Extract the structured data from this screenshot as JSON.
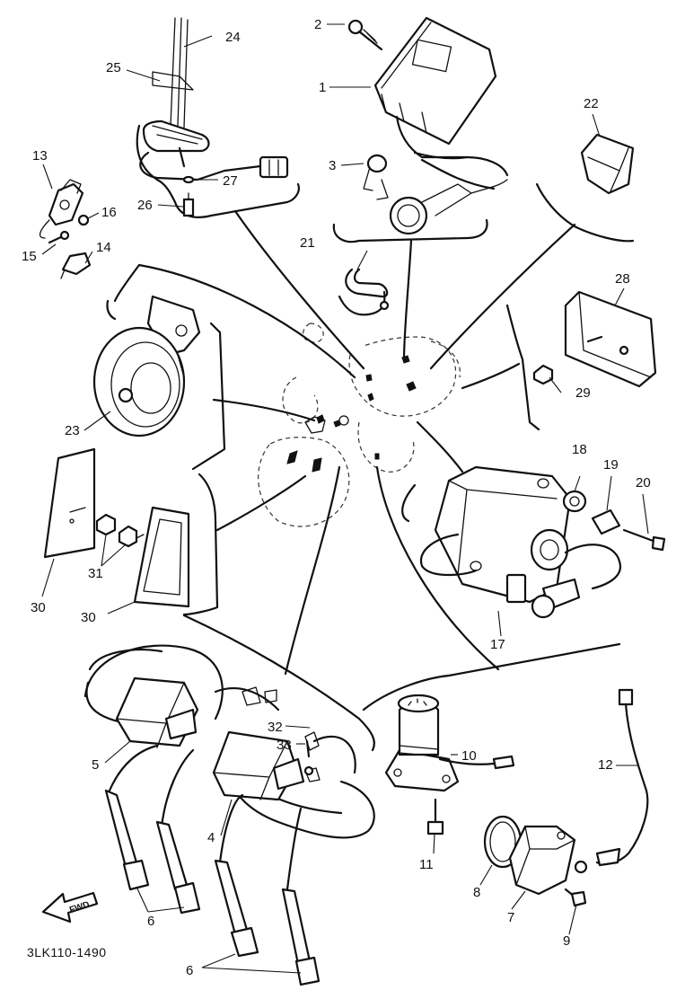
{
  "diagram": {
    "part_numbers": {
      "n1": "1",
      "n2": "2",
      "n3": "3",
      "n4": "4",
      "n5": "5",
      "n6a": "6",
      "n6b": "6",
      "n7": "7",
      "n8": "8",
      "n9": "9",
      "n10": "10",
      "n11": "11",
      "n12": "12",
      "n13": "13",
      "n14": "14",
      "n15": "15",
      "n16": "16",
      "n17": "17",
      "n18": "18",
      "n19": "19",
      "n20": "20",
      "n21": "21",
      "n22": "22",
      "n23": "23",
      "n24": "24",
      "n25": "25",
      "n26": "26",
      "n27": "27",
      "n28": "28",
      "n29": "29",
      "n30a": "30",
      "n30b": "30",
      "n31": "31",
      "n32": "32",
      "n33": "33"
    },
    "fwd_label": "FWD",
    "drawing_code": "3LK110-1490"
  }
}
